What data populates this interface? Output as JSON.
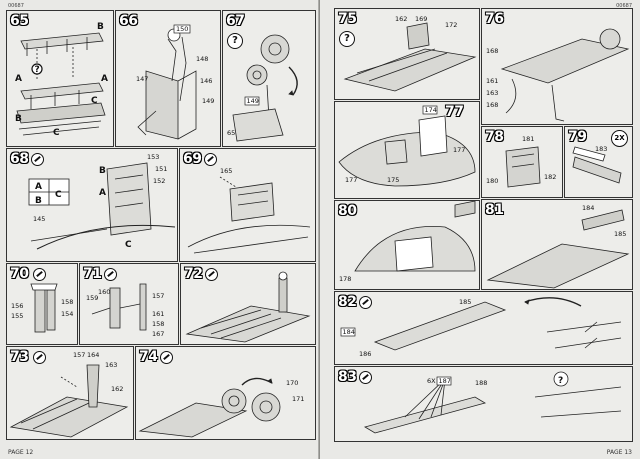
{
  "left_page": {
    "code": "00687",
    "footer": "PAGE 12",
    "steps": [
      {
        "num": "65",
        "parts": [
          "B",
          "A",
          "C",
          "A",
          "B",
          "C"
        ]
      },
      {
        "num": "66",
        "parts": [
          "150",
          "147",
          "146",
          "148",
          "149"
        ]
      },
      {
        "num": "67",
        "parts": [
          "149",
          "65"
        ]
      },
      {
        "num": "68",
        "parts": [
          "A",
          "B",
          "C",
          "145",
          "153",
          "151",
          "152",
          "B",
          "A",
          "C"
        ]
      },
      {
        "num": "69",
        "parts": [
          "165"
        ]
      },
      {
        "num": "70",
        "parts": [
          "156",
          "155",
          "158",
          "154"
        ]
      },
      {
        "num": "71",
        "parts": [
          "159",
          "160",
          "157",
          "161",
          "158",
          "167"
        ]
      },
      {
        "num": "72",
        "parts": []
      },
      {
        "num": "73",
        "parts": [
          "157",
          "164",
          "163",
          "162"
        ]
      },
      {
        "num": "74",
        "parts": [
          "170",
          "171"
        ]
      }
    ]
  },
  "right_page": {
    "code": "00687",
    "footer": "PAGE 13",
    "steps": [
      {
        "num": "75",
        "parts": [
          "162",
          "169",
          "172"
        ]
      },
      {
        "num": "76",
        "parts": [
          "168",
          "161",
          "163",
          "168"
        ]
      },
      {
        "num": "77",
        "parts": [
          "174",
          "177",
          "177",
          "175"
        ]
      },
      {
        "num": "78",
        "parts": [
          "181",
          "180",
          "182"
        ]
      },
      {
        "num": "79",
        "parts": [
          "2X",
          "183"
        ]
      },
      {
        "num": "80",
        "parts": [
          "178"
        ]
      },
      {
        "num": "81",
        "parts": [
          "184",
          "185"
        ]
      },
      {
        "num": "82",
        "parts": [
          "185",
          "184",
          "186"
        ]
      },
      {
        "num": "83",
        "parts": [
          "6X",
          "187",
          "188"
        ]
      }
    ]
  }
}
